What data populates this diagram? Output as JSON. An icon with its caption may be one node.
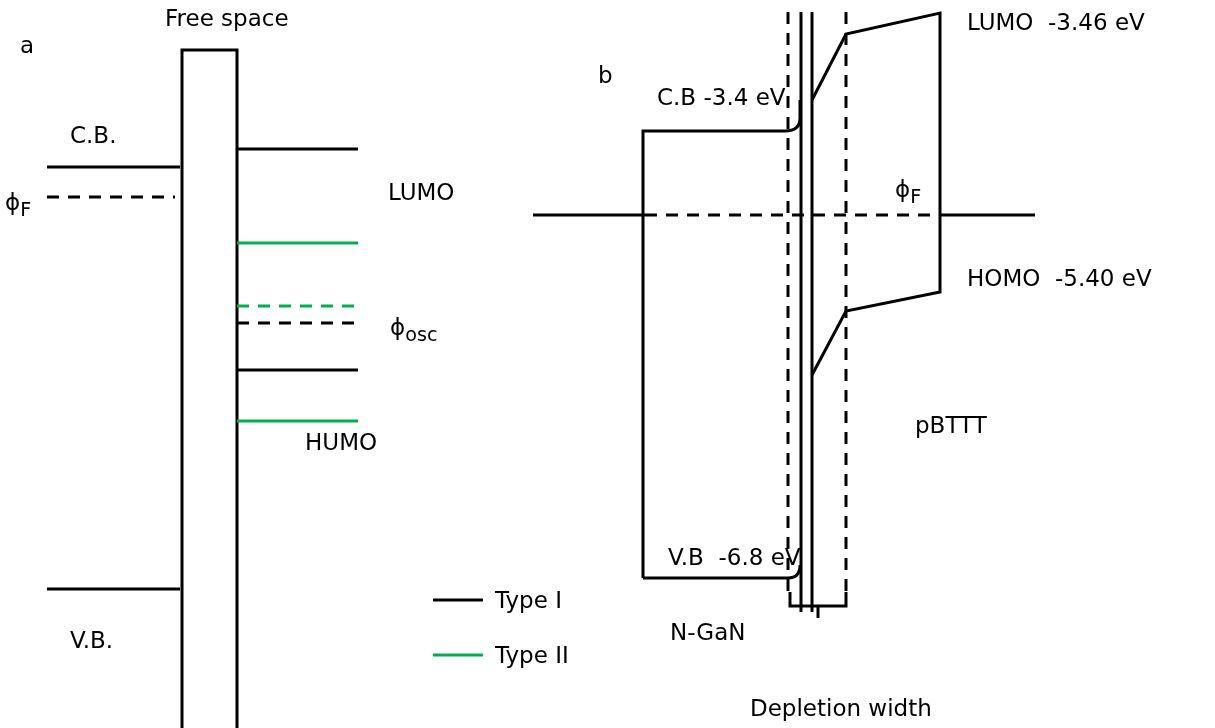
{
  "diagram": {
    "labels": [
      "a",
      "Free space",
      "C.B.",
      "ϕ$_{F}$",
      "LUMO",
      "ϕ$_{osc}$",
      "HUMO",
      "V.B.",
      "b",
      "LUMO  -3.46 eV",
      "C.B -3.4 eV",
      "ϕ$_{F}$",
      "HOMO  -5.40 eV",
      "pBTTT",
      "V.B  -6.8 eV",
      "N-GaN",
      "Depletion width"
    ],
    "legend": [
      {
        "text": "Type I"
      },
      {
        "text": "Type II"
      }
    ]
  }
}
